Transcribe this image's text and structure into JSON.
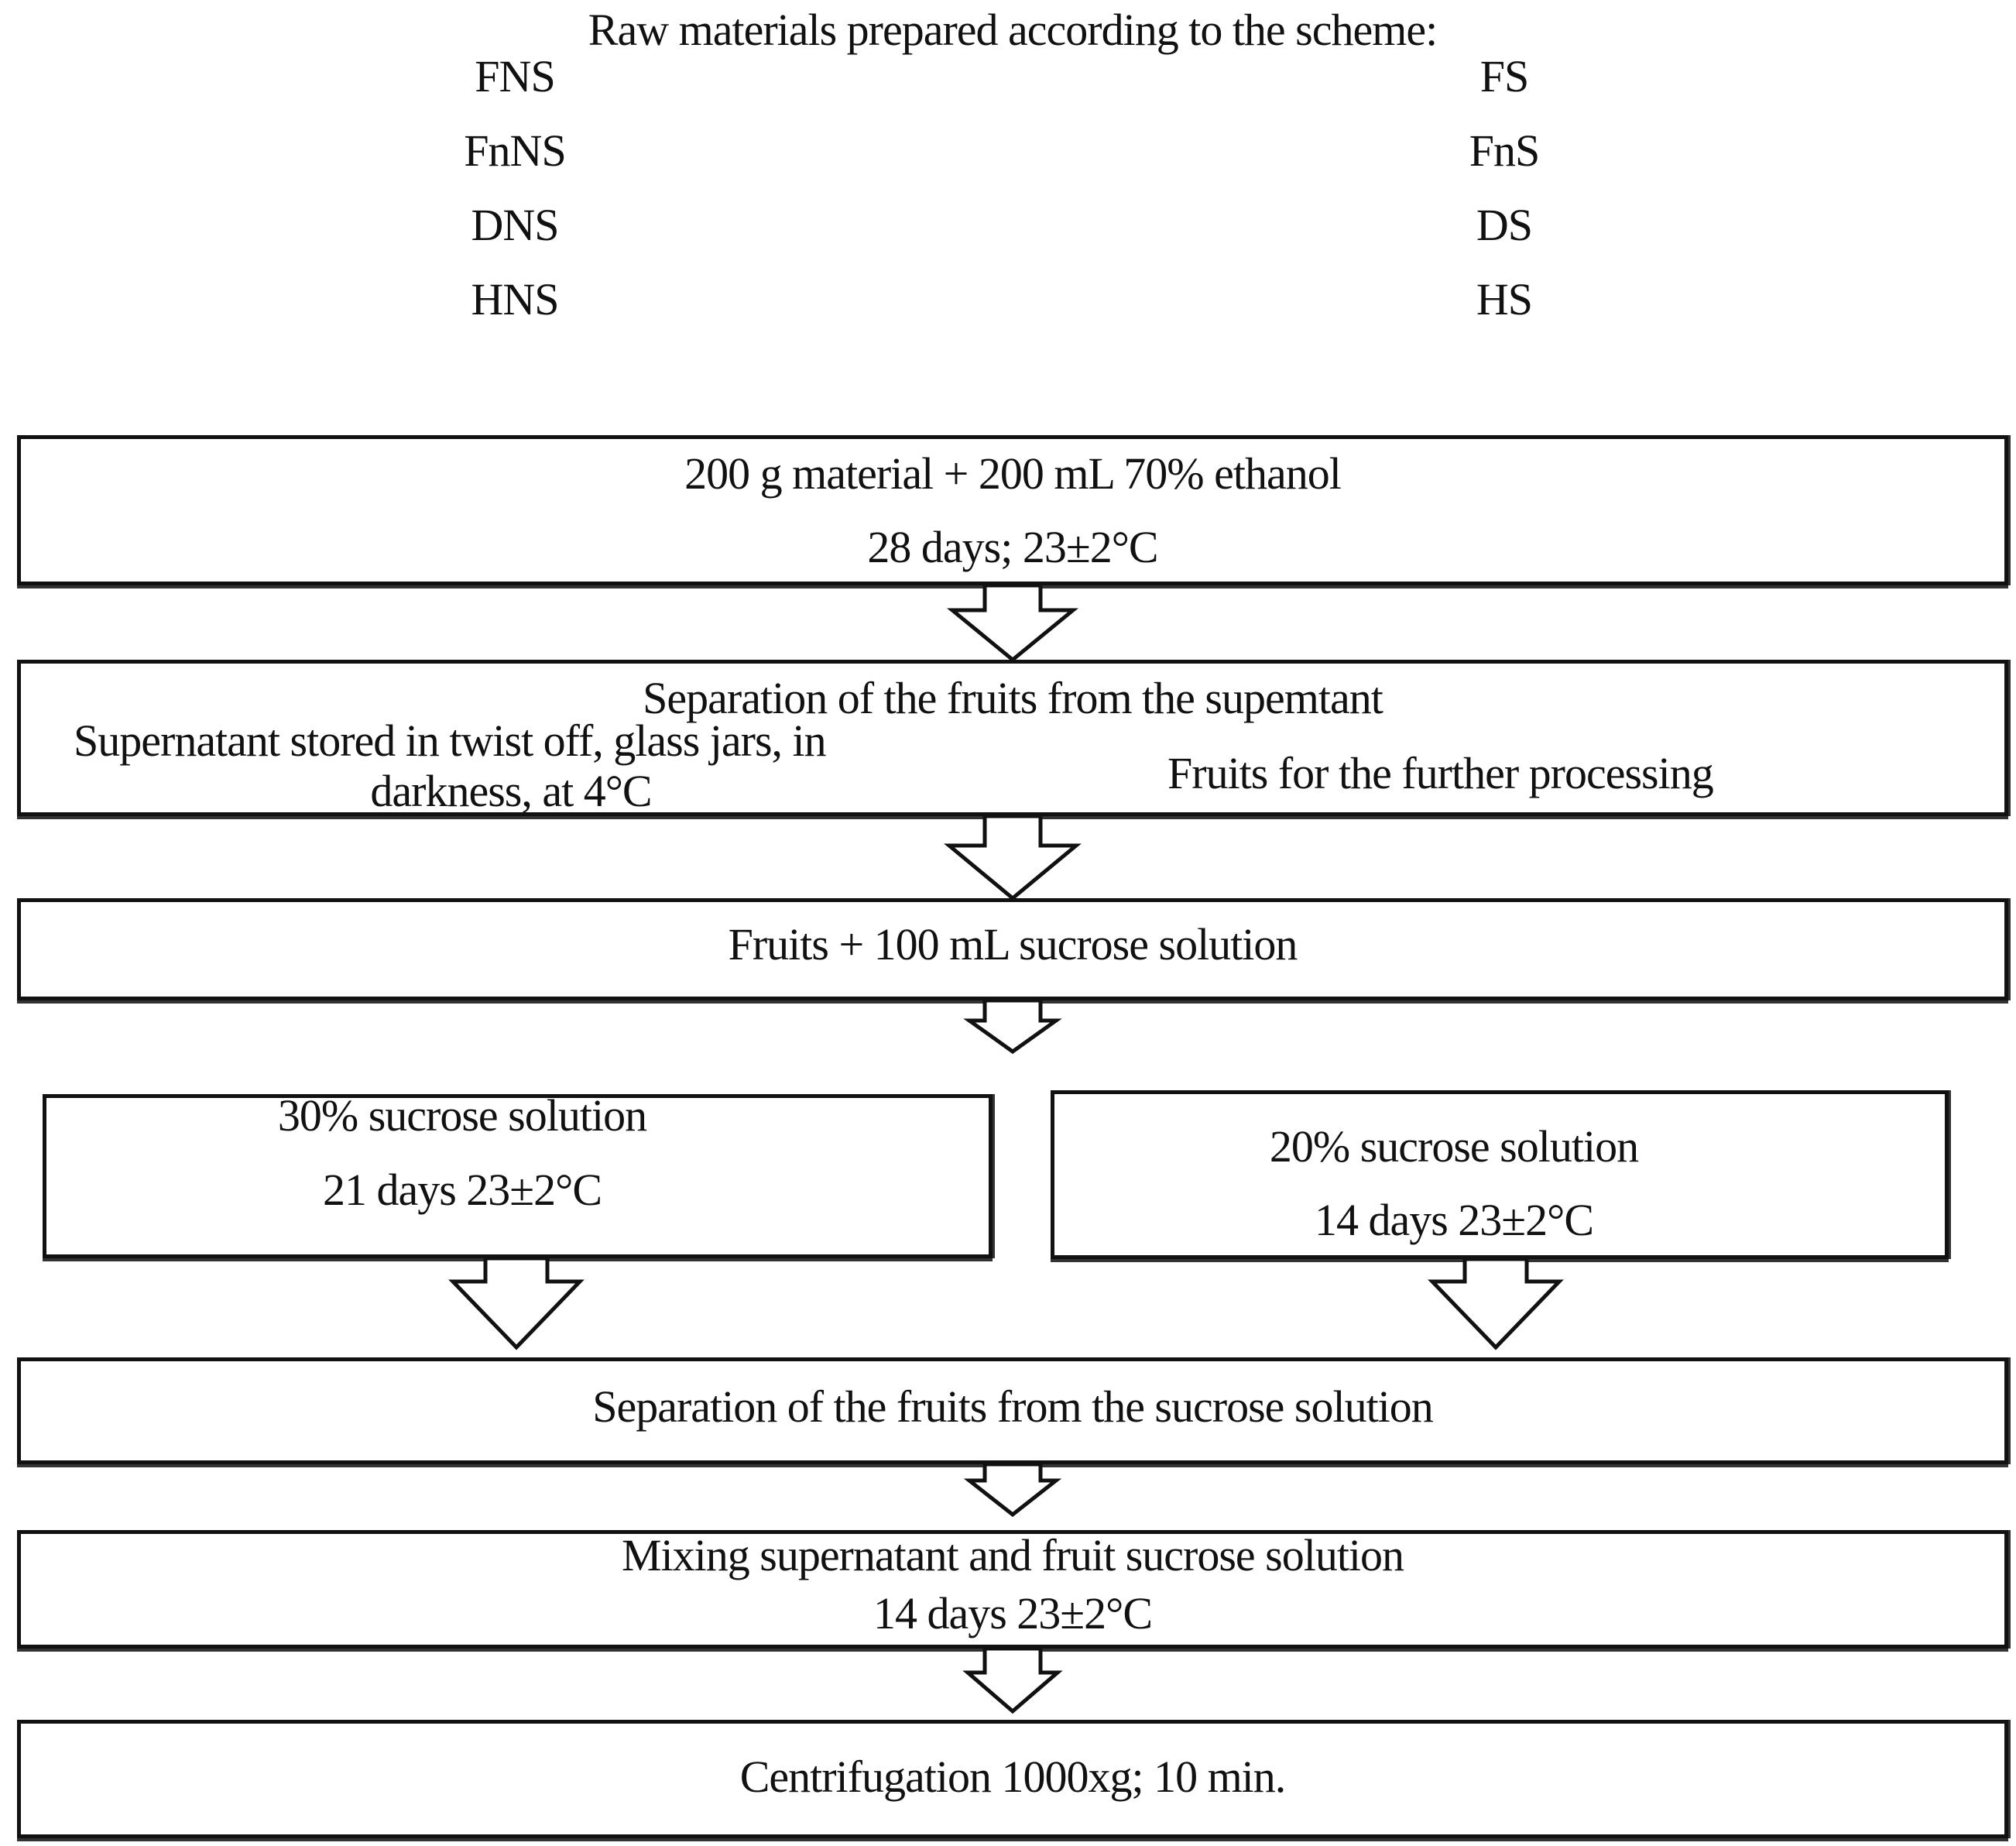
{
  "header": {
    "title": "Raw materials prepared according to the scheme:",
    "left_codes": [
      "FNS",
      "FnNS",
      "DNS",
      "HNS"
    ],
    "right_codes": [
      "FS",
      "FnS",
      "DS",
      "HS"
    ]
  },
  "steps": {
    "maceration": {
      "line1": "200 g material + 200 mL 70% ethanol",
      "line2": "28 days; 23±2°C"
    },
    "separation1": {
      "title": "Separation of the fruits from the supemtant",
      "left_line1": "Supernatant stored in twist off, glass jars, in",
      "left_line2": "darkness, at 4°C",
      "right": "Fruits for the further processing"
    },
    "sucrose_add": {
      "text": "Fruits + 100 mL sucrose solution"
    },
    "branch_30": {
      "line1": "30% sucrose solution",
      "line2": "21 days 23±2°C"
    },
    "branch_20": {
      "line1": "20% sucrose solution",
      "line2": "14 days 23±2°C"
    },
    "separation2": {
      "text": "Separation of the fruits from the sucrose solution"
    },
    "mixing": {
      "line1": "Mixing  supernatant and fruit sucrose solution",
      "line2": "14 days 23±2°C"
    },
    "centrifugation": {
      "text": "Centrifugation 1000xg; 10 min."
    }
  }
}
